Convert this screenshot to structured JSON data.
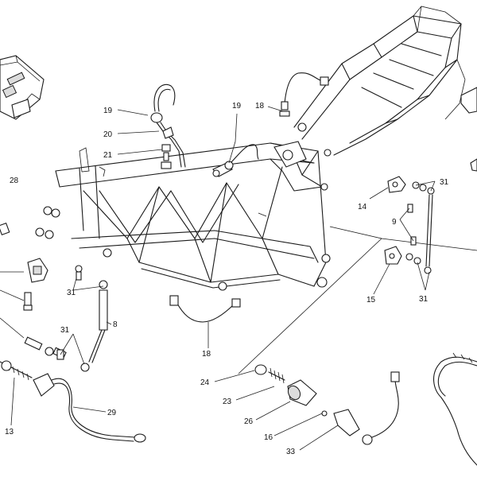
{
  "callouts": {
    "c13": "13",
    "c29": "29",
    "c8": "8",
    "c31_left": "31",
    "c31_mid": "31",
    "c19_left": "19",
    "c20": "20",
    "c21": "21",
    "c28": "28",
    "c19_mid": "19",
    "c18_top": "18",
    "c18_mid": "18",
    "c14": "14",
    "c9": "9",
    "c15": "15",
    "c31_right_top": "31",
    "c31_right_bottom": "31",
    "c24": "24",
    "c23": "23",
    "c26": "26",
    "c16": "16",
    "c33": "33"
  }
}
